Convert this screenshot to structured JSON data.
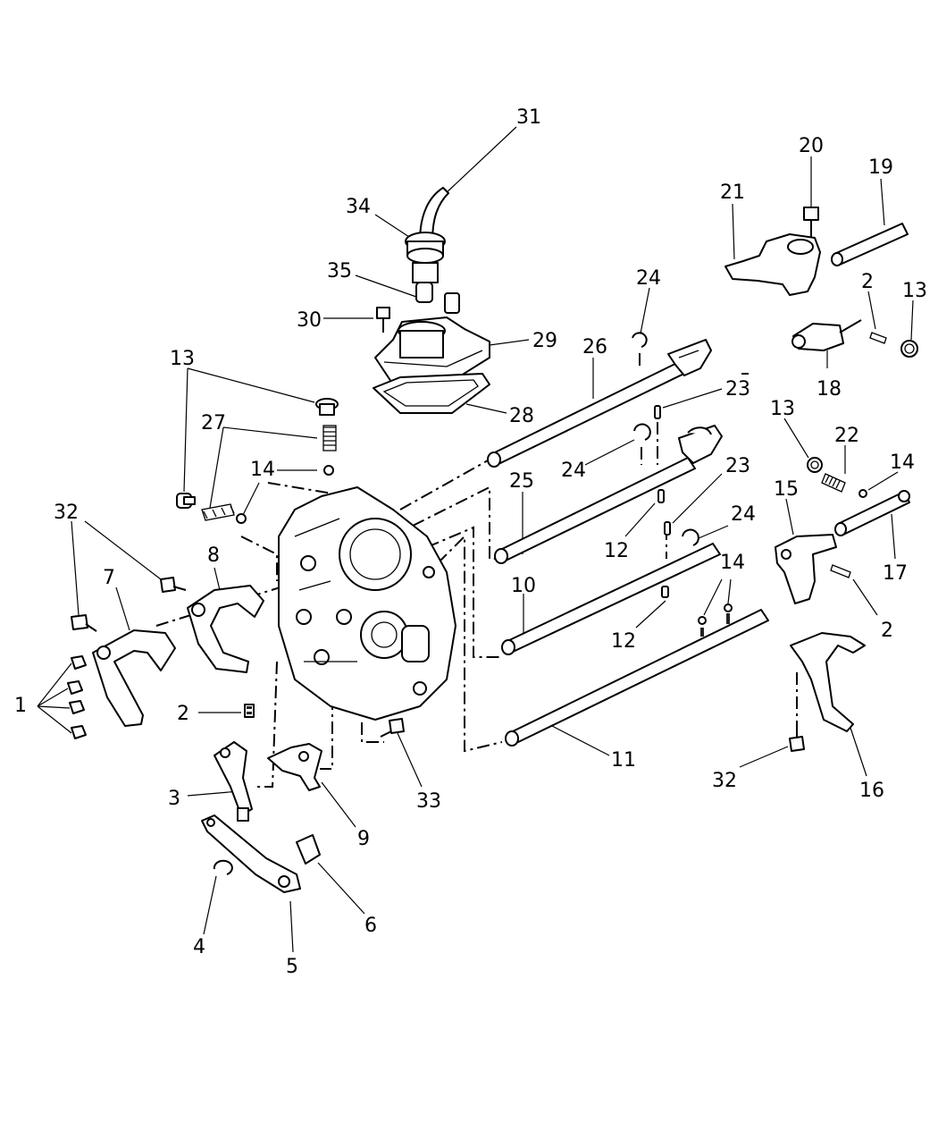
{
  "labels": [
    {
      "id": "1",
      "text": "1"
    },
    {
      "id": "2a",
      "text": "2"
    },
    {
      "id": "2b",
      "text": "2"
    },
    {
      "id": "2c",
      "text": "2"
    },
    {
      "id": "3",
      "text": "3"
    },
    {
      "id": "4",
      "text": "4"
    },
    {
      "id": "5",
      "text": "5"
    },
    {
      "id": "6",
      "text": "6"
    },
    {
      "id": "7",
      "text": "7"
    },
    {
      "id": "8",
      "text": "8"
    },
    {
      "id": "9",
      "text": "9"
    },
    {
      "id": "10",
      "text": "10"
    },
    {
      "id": "11",
      "text": "11"
    },
    {
      "id": "12a",
      "text": "12"
    },
    {
      "id": "12b",
      "text": "12"
    },
    {
      "id": "13a",
      "text": "13"
    },
    {
      "id": "13b",
      "text": "13"
    },
    {
      "id": "13c",
      "text": "13"
    },
    {
      "id": "14a",
      "text": "14"
    },
    {
      "id": "14b",
      "text": "14"
    },
    {
      "id": "14c",
      "text": "14"
    },
    {
      "id": "15",
      "text": "15"
    },
    {
      "id": "16",
      "text": "16"
    },
    {
      "id": "17",
      "text": "17"
    },
    {
      "id": "18",
      "text": "18"
    },
    {
      "id": "19",
      "text": "19"
    },
    {
      "id": "20",
      "text": "20"
    },
    {
      "id": "21",
      "text": "21"
    },
    {
      "id": "22",
      "text": "22"
    },
    {
      "id": "23a",
      "text": "23"
    },
    {
      "id": "23b",
      "text": "23"
    },
    {
      "id": "24a",
      "text": "24"
    },
    {
      "id": "24b",
      "text": "24"
    },
    {
      "id": "24c",
      "text": "24"
    },
    {
      "id": "25",
      "text": "25"
    },
    {
      "id": "26",
      "text": "26"
    },
    {
      "id": "27",
      "text": "27"
    },
    {
      "id": "28",
      "text": "28"
    },
    {
      "id": "29",
      "text": "29"
    },
    {
      "id": "30",
      "text": "30"
    },
    {
      "id": "31",
      "text": "31"
    },
    {
      "id": "32a",
      "text": "32"
    },
    {
      "id": "32b",
      "text": "32"
    },
    {
      "id": "33",
      "text": "33"
    },
    {
      "id": "34",
      "text": "34"
    },
    {
      "id": "35",
      "text": "35"
    }
  ]
}
